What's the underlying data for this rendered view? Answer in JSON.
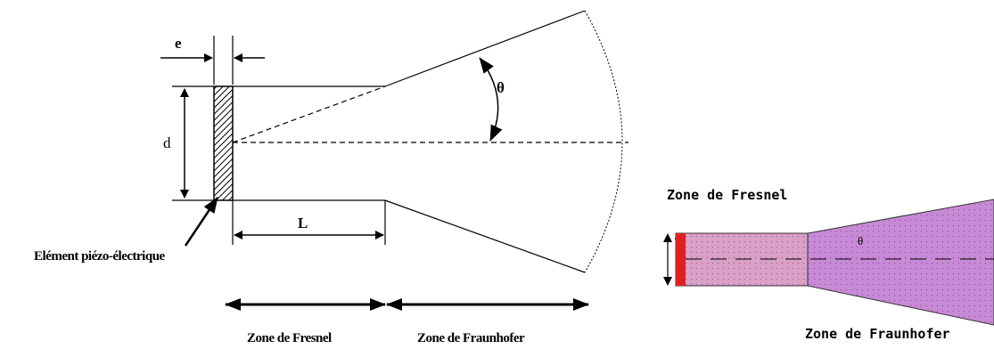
{
  "left_diagram": {
    "label_e": "e",
    "label_d": "d",
    "label_L": "L",
    "label_theta": "θ",
    "element_label": "Elément piézo-électrique",
    "zone_fresnel": "Zone de Fresnel",
    "zone_fraunhofer": "Zone de Fraunhofer"
  },
  "right_diagram": {
    "zone_fresnel": "Zone de Fresnel",
    "zone_fraunhofer": "Zone de Fraunhofer",
    "label_theta": "θ",
    "colors": {
      "beam_fill": "#c78ad6",
      "fresnel_fill": "#d9a0c8",
      "transducer": "#e02020"
    }
  }
}
